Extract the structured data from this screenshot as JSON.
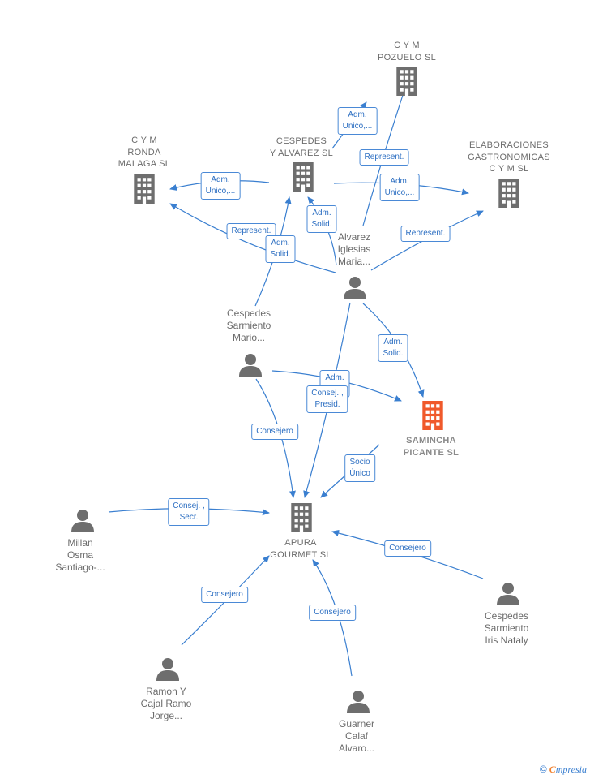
{
  "colors": {
    "edge": "#3a7fd0",
    "building": "#6e6e6e",
    "person": "#6e6e6e",
    "focus": "#f0592b"
  },
  "nodes": {
    "cym_pozuelo": {
      "label": "C Y M\nPOZUELO  SL",
      "icon": "building-icon"
    },
    "cespedes_alvarez": {
      "label": "CESPEDES\nY ALVAREZ SL",
      "icon": "building-icon"
    },
    "cym_ronda": {
      "label": "C Y M\nRONDA\nMALAGA  SL",
      "icon": "building-icon"
    },
    "elaboraciones": {
      "label": "ELABORACIONES\nGASTRONOMICAS\nC Y M  SL",
      "icon": "building-icon"
    },
    "alvarez_iglesias": {
      "label": "Alvarez\nIglesias\nMaria...",
      "icon": "person-icon"
    },
    "cespedes_mario": {
      "label": "Cespedes\nSarmiento\nMario...",
      "icon": "person-icon"
    },
    "samincha": {
      "label": "SAMINCHA\nPICANTE  SL",
      "icon": "building-icon"
    },
    "apura": {
      "label": "APURA\nGOURMET  SL",
      "icon": "building-icon"
    },
    "millan": {
      "label": "Millan\nOsma\nSantiago-...",
      "icon": "person-icon"
    },
    "cespedes_iris": {
      "label": "Cespedes\nSarmiento\nIris Nataly",
      "icon": "person-icon"
    },
    "ramon": {
      "label": "Ramon Y\nCajal Ramo\nJorge...",
      "icon": "person-icon"
    },
    "guarner": {
      "label": "Guarner\nCalaf\nAlvaro...",
      "icon": "person-icon"
    }
  },
  "edges": [
    {
      "from": "cespedes_alvarez",
      "to": "cym_pozuelo",
      "label": "Adm.\nUnico,..."
    },
    {
      "from": "alvarez_iglesias",
      "to": "cym_pozuelo",
      "label": "Represent."
    },
    {
      "from": "cespedes_alvarez",
      "to": "cym_ronda",
      "label": "Adm.\nUnico,..."
    },
    {
      "from": "alvarez_iglesias",
      "to": "cym_ronda",
      "label": "Represent."
    },
    {
      "from": "cespedes_alvarez",
      "to": "elaboraciones",
      "label": "Adm.\nUnico,..."
    },
    {
      "from": "alvarez_iglesias",
      "to": "elaboraciones",
      "label": "Represent."
    },
    {
      "from": "alvarez_iglesias",
      "to": "cespedes_alvarez",
      "label": "Adm.\nSolid."
    },
    {
      "from": "cespedes_mario",
      "to": "cespedes_alvarez",
      "label": "Adm.\nSolid."
    },
    {
      "from": "alvarez_iglesias",
      "to": "samincha",
      "label": "Adm.\nSolid."
    },
    {
      "from": "cespedes_mario",
      "to": "samincha",
      "label": "Adm.\nSolid."
    },
    {
      "from": "alvarez_iglesias",
      "to": "apura",
      "label": "Consej. ,\nPresid."
    },
    {
      "from": "cespedes_mario",
      "to": "apura",
      "label": "Consejero"
    },
    {
      "from": "samincha",
      "to": "apura",
      "label": "Socio\nÚnico"
    },
    {
      "from": "millan",
      "to": "apura",
      "label": "Consej. ,\nSecr."
    },
    {
      "from": "cespedes_iris",
      "to": "apura",
      "label": "Consejero"
    },
    {
      "from": "ramon",
      "to": "apura",
      "label": "Consejero"
    },
    {
      "from": "guarner",
      "to": "apura",
      "label": "Consejero"
    }
  ],
  "footer": {
    "copyright": "©",
    "brand_initial": "C",
    "brand_rest": "mpresia"
  }
}
